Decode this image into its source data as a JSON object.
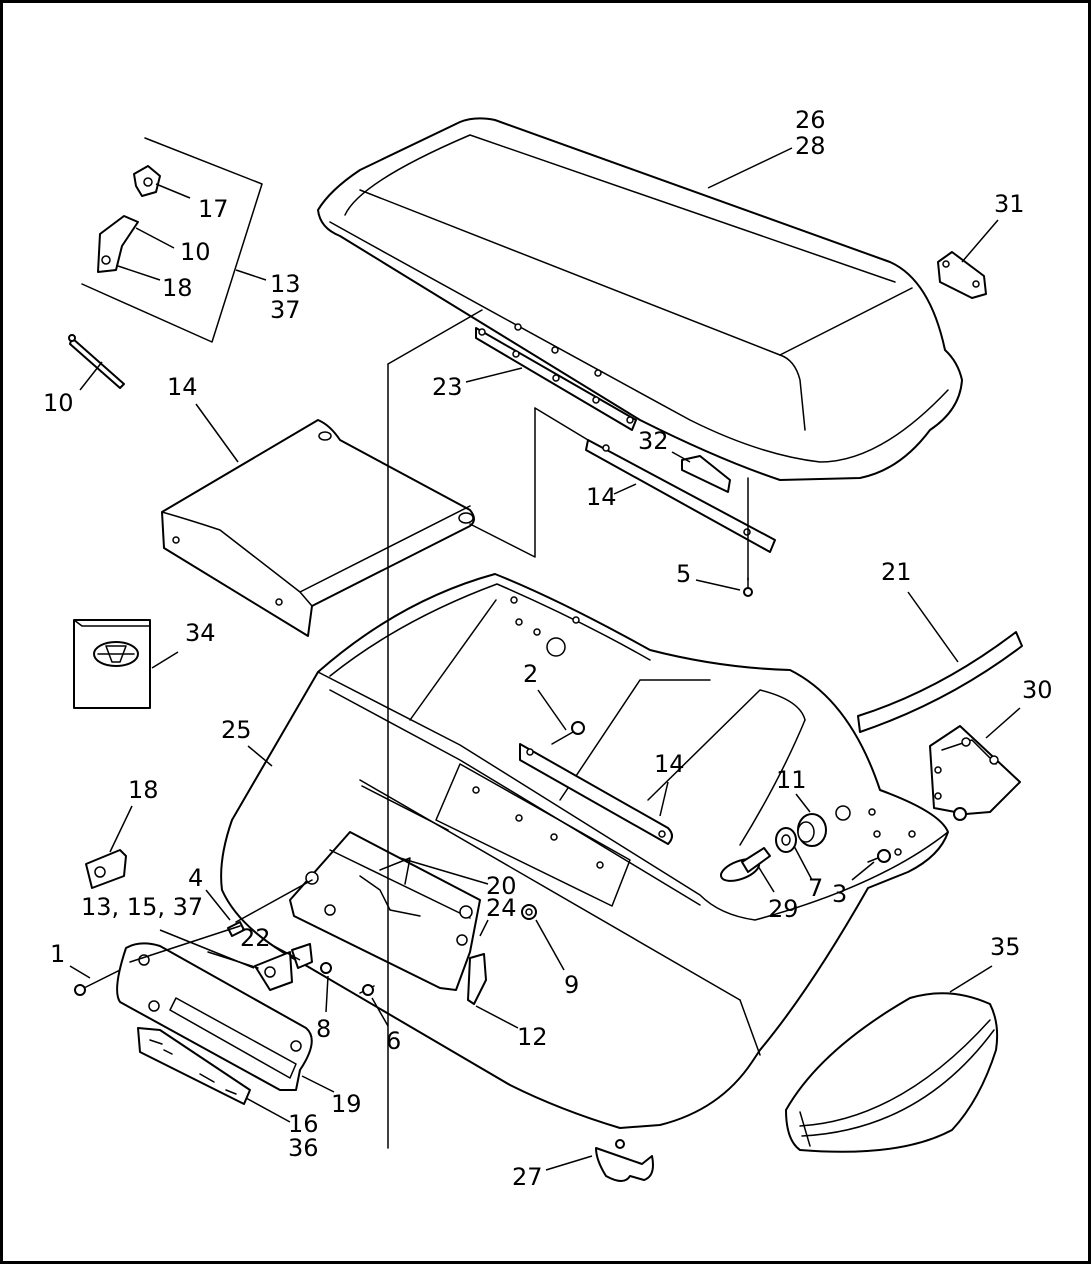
{
  "callouts": [
    {
      "id": "c26",
      "text": "26"
    },
    {
      "id": "c28",
      "text": "28"
    },
    {
      "id": "c31",
      "text": "31"
    },
    {
      "id": "c17",
      "text": "17"
    },
    {
      "id": "c10a",
      "text": "10"
    },
    {
      "id": "c18a",
      "text": "18"
    },
    {
      "id": "c13a",
      "text": "13"
    },
    {
      "id": "c37a",
      "text": "37"
    },
    {
      "id": "c10b",
      "text": "10"
    },
    {
      "id": "c14a",
      "text": "14"
    },
    {
      "id": "c23",
      "text": "23"
    },
    {
      "id": "c32",
      "text": "32"
    },
    {
      "id": "c14b",
      "text": "14"
    },
    {
      "id": "c5",
      "text": "5"
    },
    {
      "id": "c21",
      "text": "21"
    },
    {
      "id": "c34",
      "text": "34"
    },
    {
      "id": "c30",
      "text": "30"
    },
    {
      "id": "c2",
      "text": "2"
    },
    {
      "id": "c25",
      "text": "25"
    },
    {
      "id": "c14c",
      "text": "14"
    },
    {
      "id": "c11",
      "text": "11"
    },
    {
      "id": "c18b",
      "text": "18"
    },
    {
      "id": "c4",
      "text": "4"
    },
    {
      "id": "c20",
      "text": "20"
    },
    {
      "id": "c24",
      "text": "24"
    },
    {
      "id": "c7",
      "text": "7"
    },
    {
      "id": "c3",
      "text": "3"
    },
    {
      "id": "c29",
      "text": "29"
    },
    {
      "id": "c13b",
      "text": "13, 15, 37"
    },
    {
      "id": "c22",
      "text": "22"
    },
    {
      "id": "c1",
      "text": "1"
    },
    {
      "id": "c9",
      "text": "9"
    },
    {
      "id": "c8",
      "text": "8"
    },
    {
      "id": "c6",
      "text": "6"
    },
    {
      "id": "c12",
      "text": "12"
    },
    {
      "id": "c35",
      "text": "35"
    },
    {
      "id": "c19",
      "text": "19"
    },
    {
      "id": "c16",
      "text": "16"
    },
    {
      "id": "c36",
      "text": "36"
    },
    {
      "id": "c27",
      "text": "27"
    }
  ],
  "colors": {
    "line": "#000000",
    "background": "#ffffff"
  }
}
